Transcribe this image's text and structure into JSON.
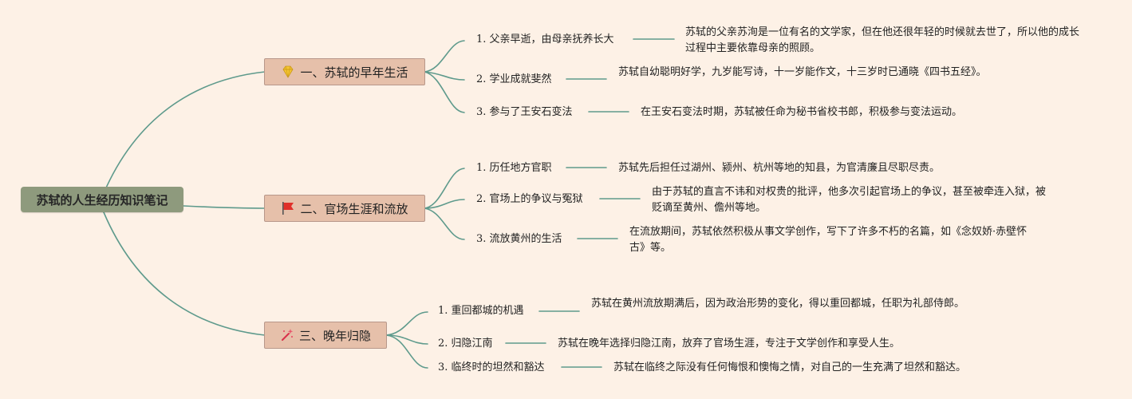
{
  "root": {
    "label": "苏轼的人生经历知识笔记"
  },
  "branches": [
    {
      "label": "一、苏轼的早年生活",
      "icon": "gem-icon",
      "children": [
        {
          "label": "1. 父亲早逝，由母亲抚养长大",
          "desc": "苏轼的父亲苏洵是一位有名的文学家，但在他还很年轻的时候就去世了，所以他的成长过程中主要依靠母亲的照顾。"
        },
        {
          "label": "2. 学业成就斐然",
          "desc": "苏轼自幼聪明好学，九岁能写诗，十一岁能作文，十三岁时已通晓《四书五经》。"
        },
        {
          "label": "3. 参与了王安石变法",
          "desc": "在王安石变法时期，苏轼被任命为秘书省校书郎，积极参与变法运动。"
        }
      ]
    },
    {
      "label": "二、官场生涯和流放",
      "icon": "red-flag-icon",
      "children": [
        {
          "label": "1. 历任地方官职",
          "desc": "苏轼先后担任过湖州、颍州、杭州等地的知县，为官清廉且尽职尽责。"
        },
        {
          "label": "2. 官场上的争议与冤狱",
          "desc": "由于苏轼的直言不讳和对权贵的批评，他多次引起官场上的争议，甚至被牵连入狱，被贬谪至黄州、儋州等地。"
        },
        {
          "label": "3. 流放黄州的生活",
          "desc": "在流放期间，苏轼依然积极从事文学创作，写下了许多不朽的名篇，如《念奴娇·赤壁怀古》等。"
        }
      ]
    },
    {
      "label": "三、晚年归隐",
      "icon": "sparkle-wand-icon",
      "children": [
        {
          "label": "1. 重回都城的机遇",
          "desc": "苏轼在黄州流放期满后，因为政治形势的变化，得以重回都城，任职为礼部侍郎。"
        },
        {
          "label": "2. 归隐江南",
          "desc": "苏轼在晚年选择归隐江南，放弃了官场生涯，专注于文学创作和享受人生。"
        },
        {
          "label": "3. 临终时的坦然和豁达",
          "desc": "苏轼在临终之际没有任何悔恨和懊悔之情，对自己的一生充满了坦然和豁达。"
        }
      ]
    }
  ],
  "colors": {
    "background": "#fdf1e6",
    "root_fill": "#8e9a7d",
    "branch_fill": "#e6c0aa",
    "connector": "#5e9a8c"
  }
}
